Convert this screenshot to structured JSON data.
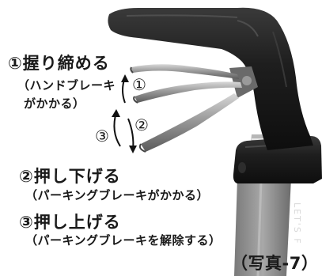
{
  "steps": [
    {
      "title": "①握り締める",
      "subtitle_line1": "（ハンドブレーキ",
      "subtitle_line2": "がかかる）"
    },
    {
      "title": "②押し下げる",
      "subtitle": "（パーキングブレーキがかかる）"
    },
    {
      "title": "③押し上げる",
      "subtitle": "（パーキングブレーキを解除する）"
    }
  ],
  "markers": {
    "one": "①",
    "two": "②",
    "three": "③"
  },
  "caption": "（写真-7）",
  "product_text": "LET'S F",
  "colors": {
    "handle": "#1c1c1c",
    "metal": "#8a8a8a",
    "text": "#1a1a1a"
  }
}
